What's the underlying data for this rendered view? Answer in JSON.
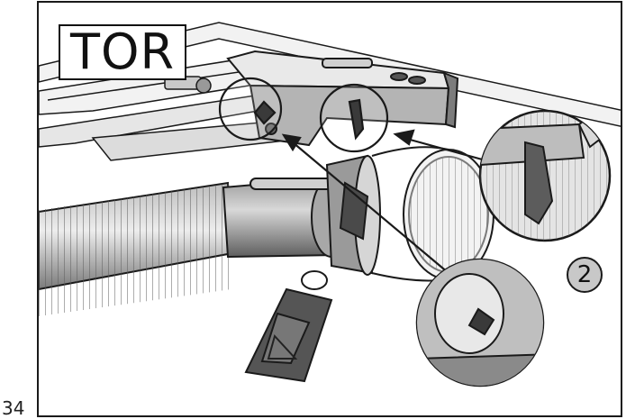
{
  "page": {
    "title": "TOR",
    "page_number": "34",
    "step_number": "2"
  },
  "illustration": {
    "icons": [
      "spring-drum-illustration",
      "detail-zoom-clip-icon",
      "detail-zoom-hook-icon",
      "warning-tag-icon"
    ],
    "colors": {
      "line": "#1a1a1a",
      "metal_light": "#d9d9d9",
      "metal_mid": "#a8a8a8",
      "metal_dark": "#6e6e6e"
    }
  }
}
